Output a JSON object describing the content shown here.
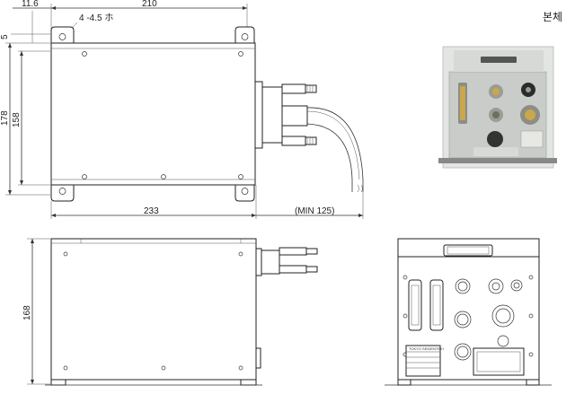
{
  "labels": {
    "photo_caption": "본체",
    "dim_top_left": "11.6",
    "dim_top_width": "210",
    "dim_holes": "4 -4.5 ホ",
    "dim_5": "5",
    "dim_178": "178",
    "dim_158": "158",
    "dim_233": "233",
    "dim_min_cable": "(MIN 125)",
    "dim_168": "168",
    "nameplate_maker": "TOKYO SEIDENTEKI"
  },
  "colors": {
    "line": "#333333",
    "photo_panel": "#c9ccc9",
    "photo_bg": "#e3e5e2"
  }
}
